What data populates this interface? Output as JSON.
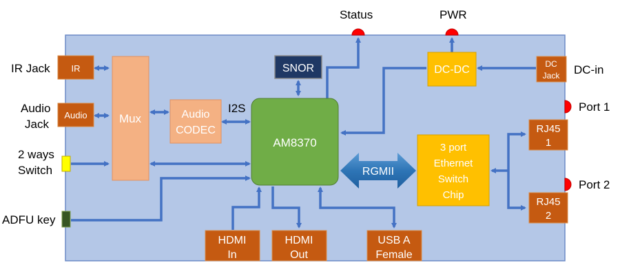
{
  "title": "AM8370 Board Block Diagram",
  "colors": {
    "board_fill": "#b4c7e7",
    "board_stroke": "#6d8ac6",
    "connector": "#c55a11",
    "mux_codec": "#f4b183",
    "soc": "#70ad47",
    "snor": "#1f3864",
    "power_switch": "#ffc000",
    "wire": "#4472c4",
    "led": "#ff0000",
    "switch_yellow": "#ffff00",
    "adfu_green": "#375623"
  },
  "external_labels": {
    "ir_jack": "IR Jack",
    "audio_jack": [
      "Audio",
      "Jack"
    ],
    "two_ways_switch": [
      "2 ways",
      "Switch"
    ],
    "adfu_key": "ADFU key",
    "status": "Status",
    "pwr": "PWR",
    "dc_in": "DC-in",
    "port1": "Port 1",
    "port2": "Port 2"
  },
  "blocks": {
    "ir": "IR",
    "audio": "Audio",
    "mux": "Mux",
    "audio_codec": [
      "Audio",
      "CODEC"
    ],
    "i2s": "I2S",
    "snor": "SNOR",
    "soc": "AM8370",
    "dcdc": "DC-DC",
    "dc_jack": [
      "DC",
      "Jack"
    ],
    "rgmii": "RGMII",
    "eth_switch": [
      "3 port",
      "Ethernet",
      "Switch",
      "Chip"
    ],
    "rj45_1": [
      "RJ45",
      "1"
    ],
    "rj45_2": [
      "RJ45",
      "2"
    ],
    "hdmi_in": [
      "HDMI",
      "In"
    ],
    "hdmi_out": [
      "HDMI",
      "Out"
    ],
    "usb_a": [
      "USB A",
      "Female"
    ]
  }
}
